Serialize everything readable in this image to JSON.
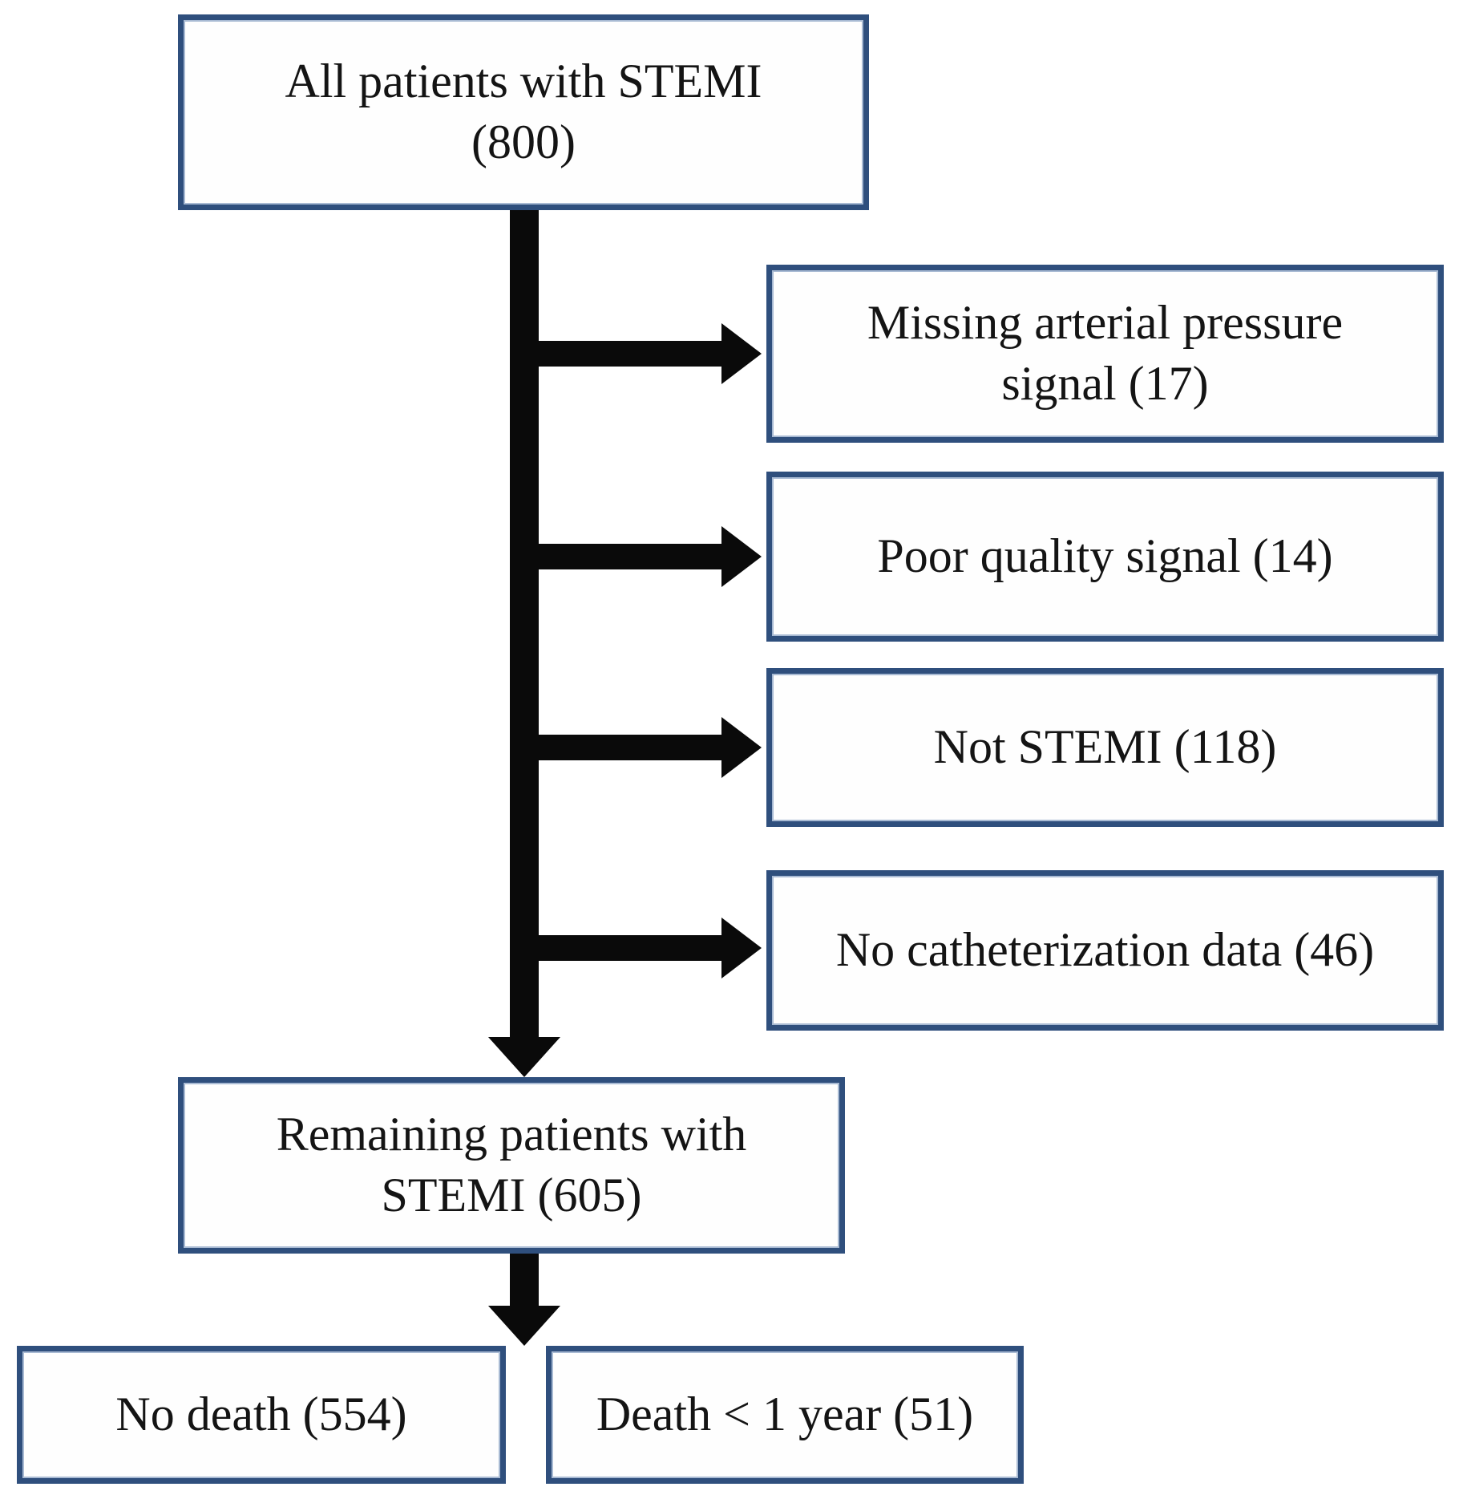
{
  "diagram": {
    "type": "flowchart",
    "colors": {
      "box_border": "#2f4f7d",
      "arrow": "#0a0a0a",
      "text": "#141414",
      "background": "#ffffff"
    },
    "top_box": {
      "label": "All patients with STEMI (800)",
      "count": 800,
      "lines": [
        "All patients with STEMI",
        "(800)"
      ]
    },
    "exclusions": [
      {
        "label": "Missing arterial pressure signal (17)",
        "count": 17,
        "lines": [
          "Missing arterial pressure",
          "signal (17)"
        ]
      },
      {
        "label": "Poor quality signal (14)",
        "count": 14,
        "lines": [
          "Poor quality signal (14)"
        ]
      },
      {
        "label": "Not STEMI (118)",
        "count": 118,
        "lines": [
          "Not STEMI (118)"
        ]
      },
      {
        "label": "No catheterization data (46)",
        "count": 46,
        "lines": [
          "No catheterization data (46)"
        ]
      }
    ],
    "remaining_box": {
      "label": "Remaining patients with STEMI (605)",
      "count": 605,
      "lines": [
        "Remaining patients with",
        "STEMI (605)"
      ]
    },
    "outcomes": [
      {
        "label": "No death (554)",
        "count": 554,
        "lines": [
          "No death (554)"
        ]
      },
      {
        "label": "Death < 1 year  (51)",
        "count": 51,
        "lines": [
          "Death < 1 year  (51)"
        ]
      }
    ]
  }
}
